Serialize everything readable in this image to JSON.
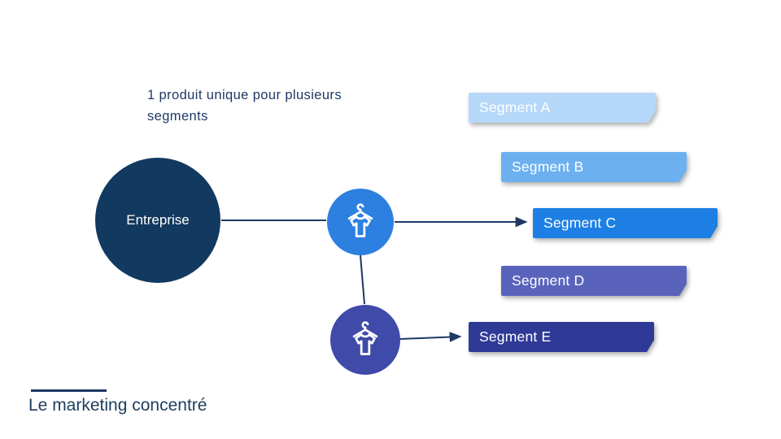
{
  "title": "1 produit unique pour plusieurs segments",
  "footer": {
    "label": "Le marketing concentré"
  },
  "entreprise": {
    "label": "Entreprise",
    "color": "#12395f"
  },
  "products": [
    {
      "name": "produit-haut",
      "icon": "tshirt-hanger-icon",
      "color": "#2d7fe0"
    },
    {
      "name": "produit-bas",
      "icon": "tshirt-hanger-icon",
      "color": "#3f4aa9"
    }
  ],
  "segments": [
    {
      "label": "Segment A",
      "color": "#b5d8f8"
    },
    {
      "label": "Segment B",
      "color": "#6cb0f0"
    },
    {
      "label": "Segment C",
      "color": "#1d7fe3"
    },
    {
      "label": "Segment D",
      "color": "#5a63bb"
    },
    {
      "label": "Segment E",
      "color": "#2e3a96"
    }
  ],
  "connector_color": "#1f3864"
}
